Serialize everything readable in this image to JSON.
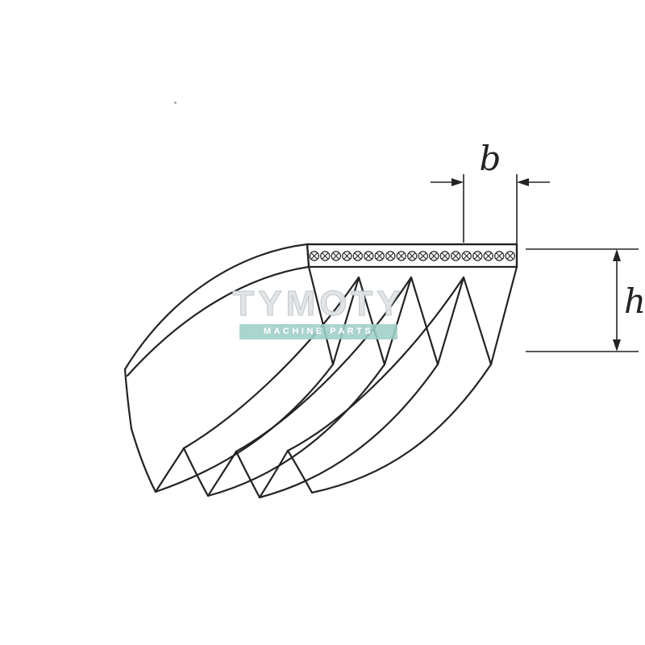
{
  "diagram": {
    "dimension_labels": {
      "rib_pitch": "b",
      "belt_height": "h"
    },
    "line_color": "#232323"
  },
  "watermark": {
    "title": "TYMOTY",
    "subtitle": "MACHINE PARTS",
    "band_color": "#9ecec8",
    "title_color": "#dfe4e6",
    "subtitle_color": "#ffffff"
  }
}
